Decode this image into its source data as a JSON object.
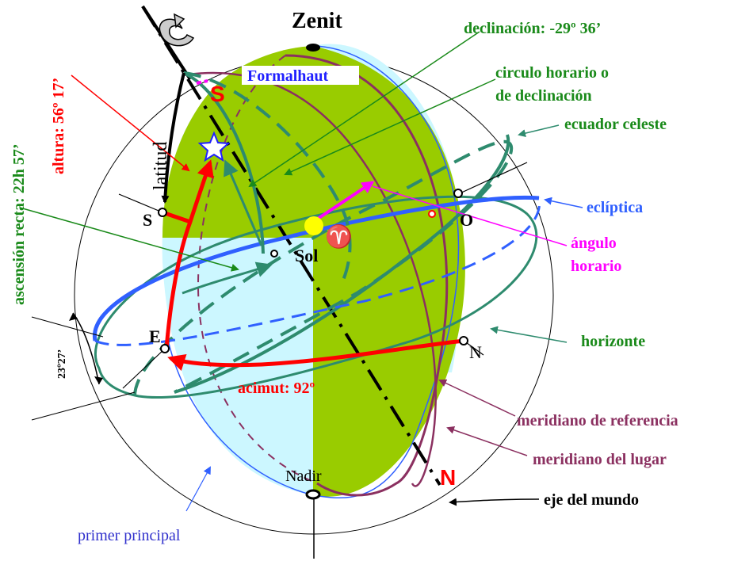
{
  "labels": {
    "zenit": "Zenit",
    "nadir": "Nadir",
    "declinacion": "declinación: -29º 36’",
    "circulo_horario_1": "circulo horario o",
    "circulo_horario_2": "de declinación",
    "ecuador_celeste": "ecuador celeste",
    "ecliptica": "eclíptica",
    "angulo_horario_1": "ángulo",
    "angulo_horario_2": "horario",
    "horizonte": "horizonte",
    "meridiano_referencia": "meridiano de referencia",
    "meridiano_lugar": "meridiano del lugar",
    "eje_del_mundo": "eje del mundo",
    "primer_principal": "primer principal",
    "acimut": "acimut: 92º",
    "altura": "altura: 56º 17’",
    "ascension_recta": "ascensión recta: 22h 57’",
    "latitud": "latitud",
    "sol": "Sol",
    "formalhaut": "Formalhaut",
    "angle_2327": "23º27’",
    "aries_symbol": "♈",
    "pole_s": "S",
    "pole_n": "N",
    "cardinal_s": "S",
    "cardinal_o": "O",
    "cardinal_e": "E",
    "cardinal_n": "N"
  },
  "colors": {
    "green_label": "#1a8a1a",
    "teal_circle": "#2e8b6e",
    "blue_ecliptic": "#3060ff",
    "red": "#ff0000",
    "magenta": "#ff00ff",
    "plum": "#8b3060",
    "light_cyan": "#ccf7ff",
    "olive_green": "#99cc00",
    "sun_yellow": "#ffff00",
    "star_blue": "#2020ff"
  },
  "icons": {
    "star": "star-icon",
    "rotation_arrow": "rotation-arrow-icon",
    "aries": "aries-icon"
  }
}
